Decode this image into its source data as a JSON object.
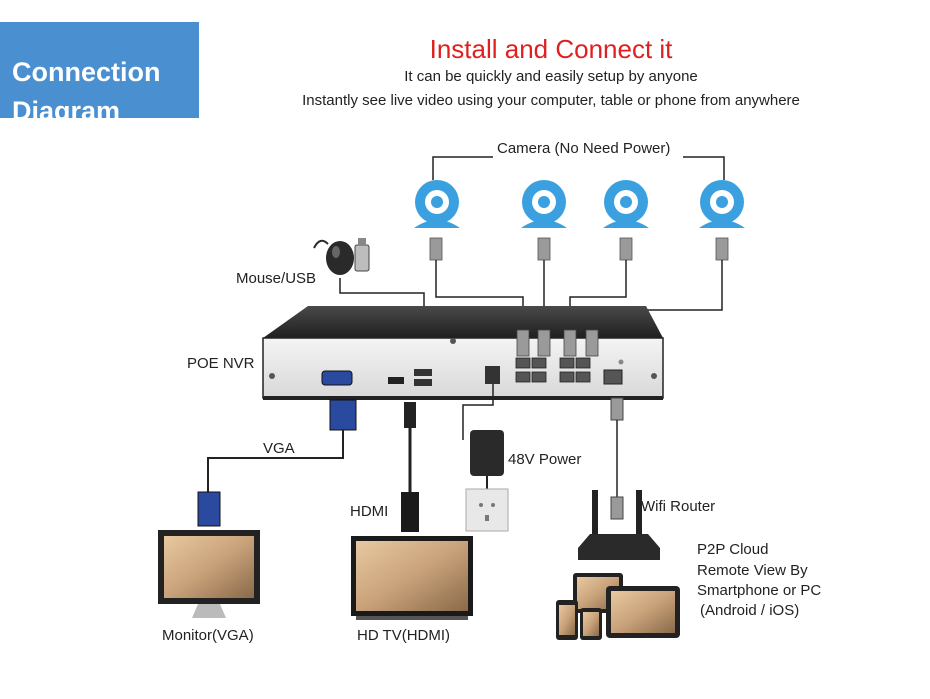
{
  "header": {
    "badge_line1": "Connection",
    "badge_line2": "Diagram",
    "title": "Install and Connect it",
    "subtitle1": "It can be quickly and easily setup by anyone",
    "subtitle2": "Instantly see live video using your computer, table or phone from anywhere"
  },
  "labels": {
    "camera": "Camera (No Need Power)",
    "mouse": "Mouse/USB",
    "nvr": "POE NVR",
    "vga": "VGA",
    "hdmi": "HDMI",
    "power": "48V Power",
    "router": "Wifi Router",
    "cloud1": "P2P Cloud",
    "cloud2": "Remote View By",
    "cloud3": "Smartphone or PC",
    "cloud4": "(Android / iOS)",
    "monitor": "Monitor(VGA)",
    "tv": "HD TV(HDMI)"
  },
  "colors": {
    "badge": "#4a8fd0",
    "title": "#e02020",
    "camera": "#3aa0e0",
    "vga": "#2a4aa0",
    "nvr_body": "#2b2b2b"
  }
}
